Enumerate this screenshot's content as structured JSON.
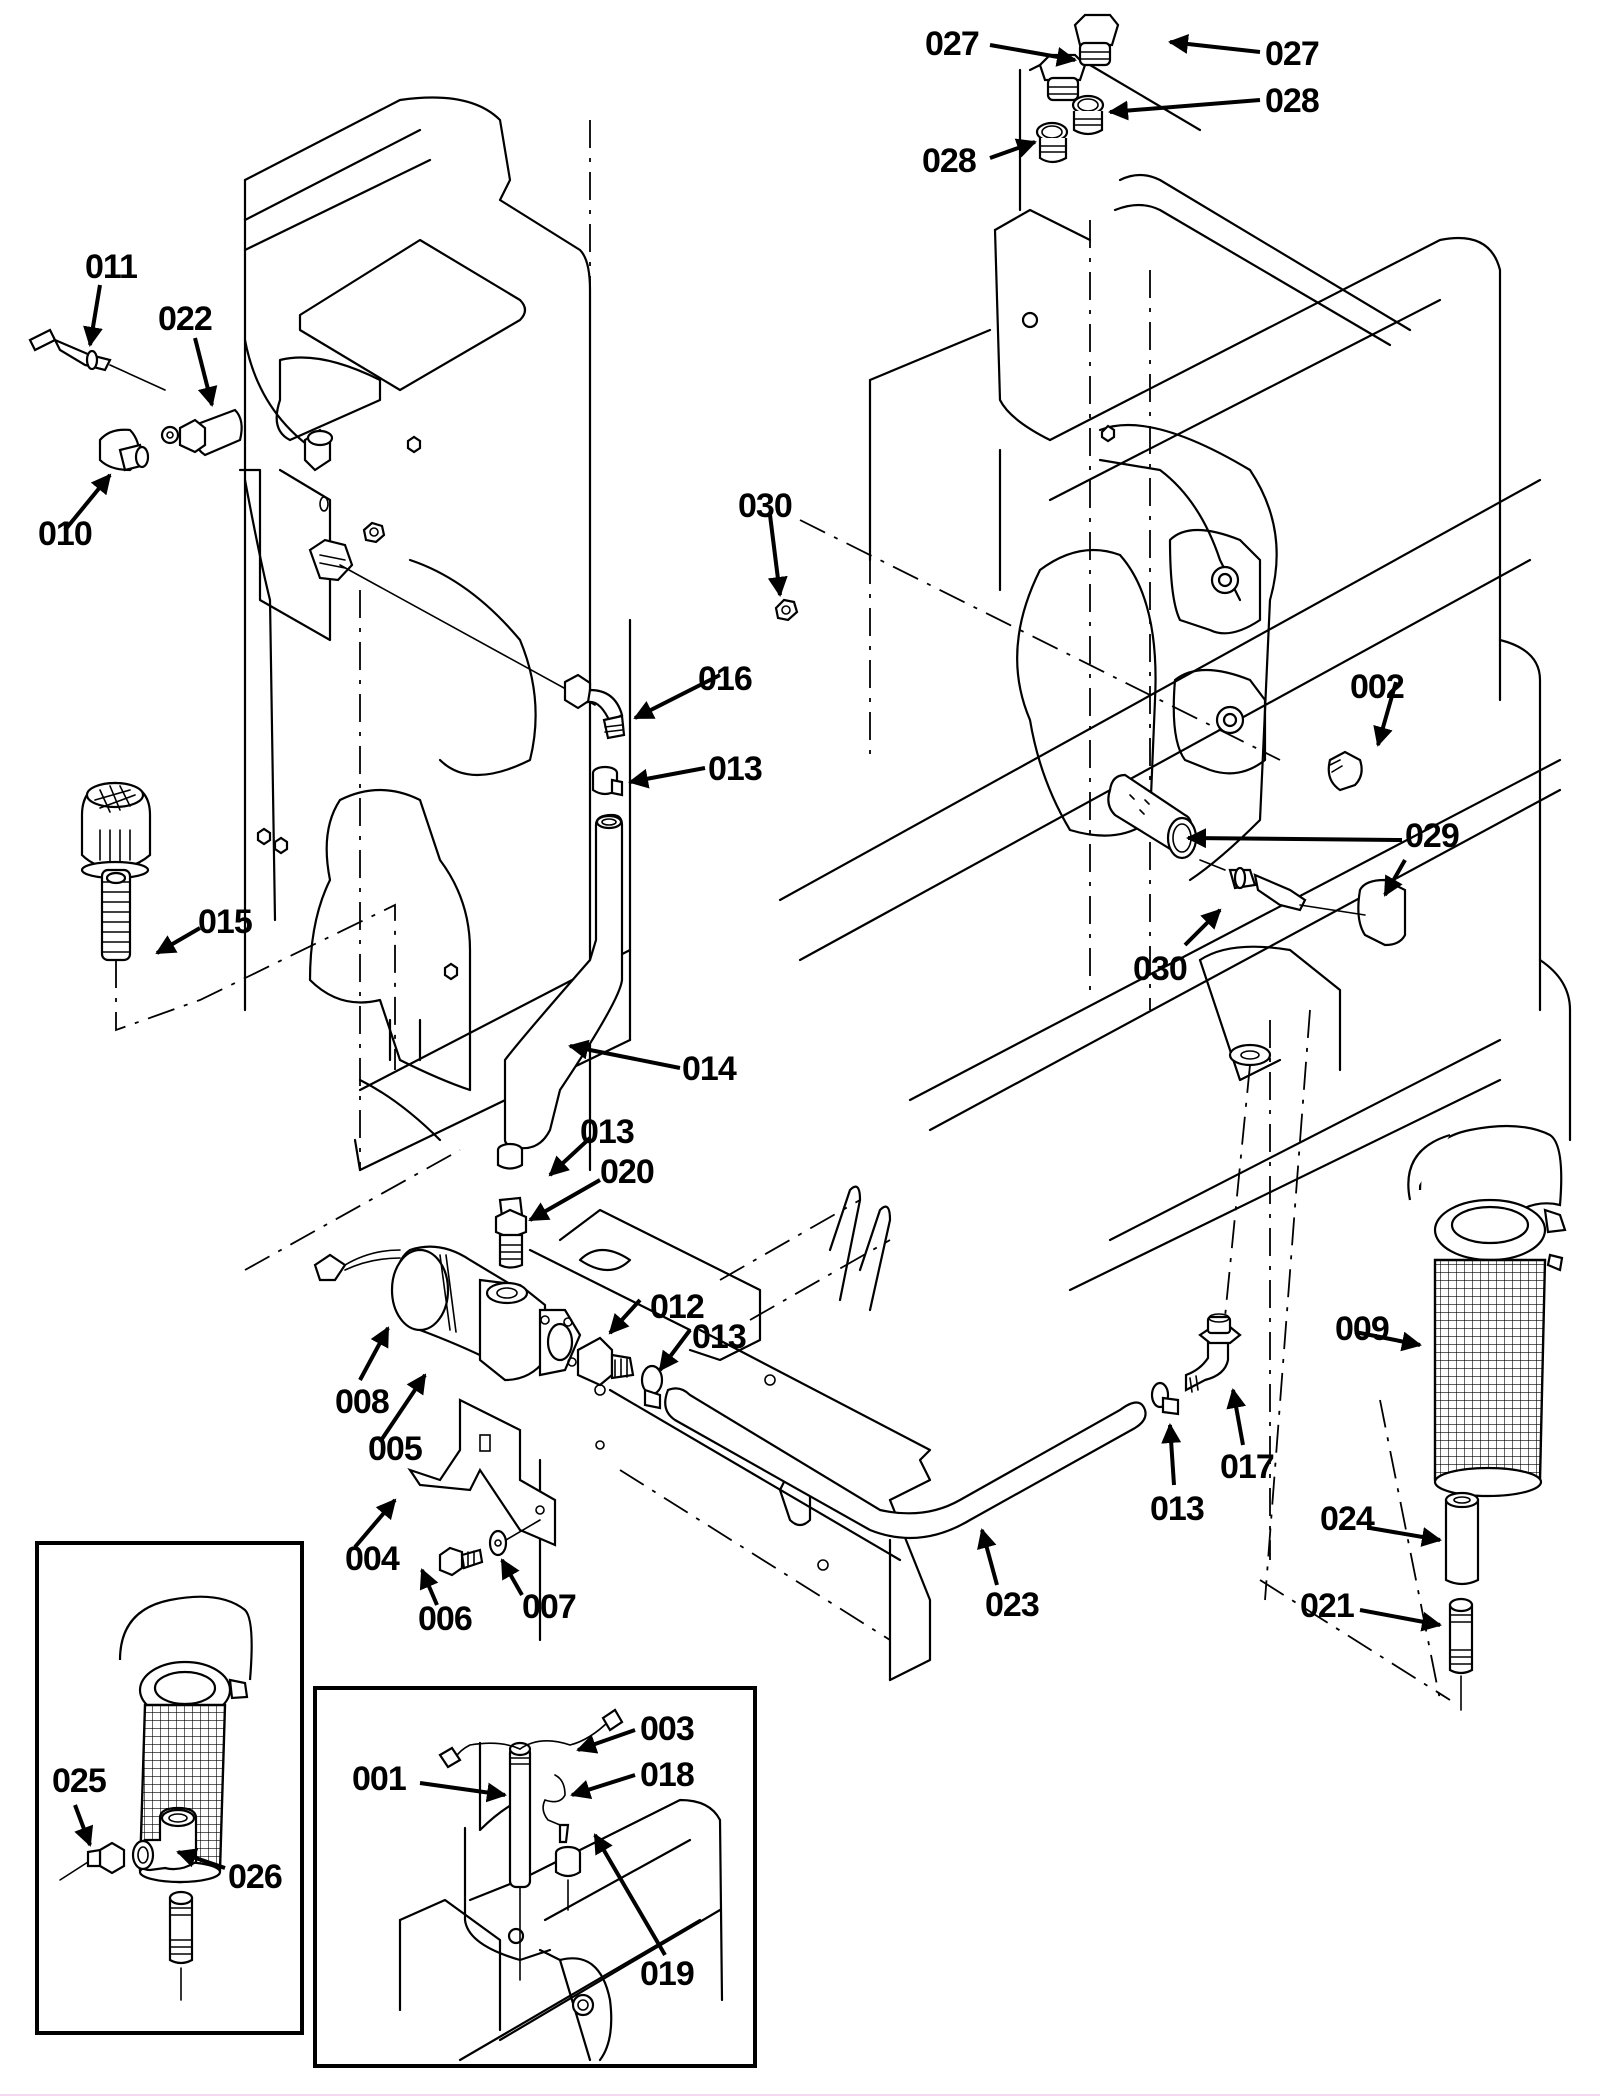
{
  "diagram": {
    "type": "exploded-parts-diagram",
    "colors": {
      "ink": "#000000",
      "paper": "#ffffff",
      "bottom_rule": "#f4d8f0"
    },
    "callouts": [
      {
        "id": "c011",
        "label": "011",
        "part": "connector-probe"
      },
      {
        "id": "c022",
        "label": "022",
        "part": "fitting"
      },
      {
        "id": "c010",
        "label": "010",
        "part": "elbow-cap"
      },
      {
        "id": "c027a",
        "label": "027",
        "part": "plug"
      },
      {
        "id": "c027b",
        "label": "027",
        "part": "plug"
      },
      {
        "id": "c028a",
        "label": "028",
        "part": "bushing"
      },
      {
        "id": "c028b",
        "label": "028",
        "part": "bushing"
      },
      {
        "id": "c030a",
        "label": "030",
        "part": "nut"
      },
      {
        "id": "c016",
        "label": "016",
        "part": "elbow-fitting"
      },
      {
        "id": "c013a",
        "label": "013",
        "part": "hose-clamp"
      },
      {
        "id": "c002",
        "label": "002",
        "part": "plug"
      },
      {
        "id": "c029",
        "label": "029",
        "part": "sleeve-and-cap"
      },
      {
        "id": "c030b",
        "label": "030",
        "part": "sensor"
      },
      {
        "id": "c015",
        "label": "015",
        "part": "breather-filter"
      },
      {
        "id": "c014",
        "label": "014",
        "part": "hose"
      },
      {
        "id": "c013b",
        "label": "013",
        "part": "hose-clamp"
      },
      {
        "id": "c020",
        "label": "020",
        "part": "nipple-fitting"
      },
      {
        "id": "c012",
        "label": "012",
        "part": "fitting"
      },
      {
        "id": "c013c",
        "label": "013",
        "part": "hose-clamp"
      },
      {
        "id": "c008",
        "label": "008",
        "part": "pump-motor"
      },
      {
        "id": "c005",
        "label": "005",
        "part": "pump"
      },
      {
        "id": "c004",
        "label": "004",
        "part": "bracket"
      },
      {
        "id": "c006",
        "label": "006",
        "part": "bolt"
      },
      {
        "id": "c007",
        "label": "007",
        "part": "washer"
      },
      {
        "id": "c023",
        "label": "023",
        "part": "hose"
      },
      {
        "id": "c013d",
        "label": "013",
        "part": "hose-clamp"
      },
      {
        "id": "c017",
        "label": "017",
        "part": "elbow-fitting"
      },
      {
        "id": "c009",
        "label": "009",
        "part": "strainer"
      },
      {
        "id": "c024",
        "label": "024",
        "part": "coupling"
      },
      {
        "id": "c021",
        "label": "021",
        "part": "nipple"
      },
      {
        "id": "c025",
        "label": "025",
        "part": "fitting"
      },
      {
        "id": "c026",
        "label": "026",
        "part": "tee"
      },
      {
        "id": "c003",
        "label": "003",
        "part": "harness"
      },
      {
        "id": "c001",
        "label": "001",
        "part": "level-sensor"
      },
      {
        "id": "c018",
        "label": "018",
        "part": "connector"
      },
      {
        "id": "c019",
        "label": "019",
        "part": "grommet"
      }
    ],
    "insets": [
      {
        "id": "inset-strainer-tee",
        "callouts": [
          "025",
          "026"
        ]
      },
      {
        "id": "inset-level-sensor",
        "callouts": [
          "001",
          "003",
          "018",
          "019"
        ]
      }
    ]
  }
}
